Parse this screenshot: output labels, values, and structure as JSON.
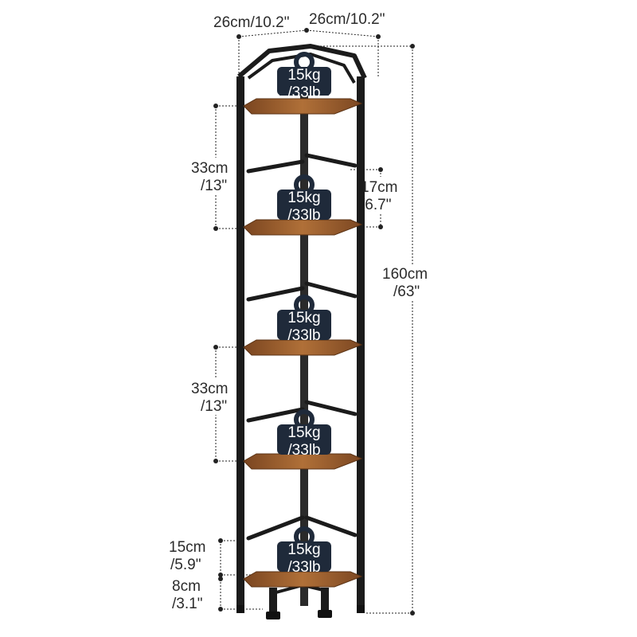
{
  "top_dimensions": {
    "left": "26cm/10.2\"",
    "right": "26cm/10.2\""
  },
  "dimensions": {
    "shelf_gap_upper_cm": "33cm",
    "shelf_gap_upper_in": "/13\"",
    "shelf_gap_lower_cm": "33cm",
    "shelf_gap_lower_in": "/13\"",
    "side_gap_cm": "17cm",
    "side_gap_in": "/6.7\"",
    "height_cm": "160cm",
    "height_in": "/63\"",
    "bottom_gap_cm": "15cm",
    "bottom_gap_in": "/5.9\"",
    "feet_cm": "8cm",
    "feet_in": "/3.1\""
  },
  "shelf_loads": [
    {
      "kg": "15kg",
      "lb": "/33lb"
    },
    {
      "kg": "15kg",
      "lb": "/33lb"
    },
    {
      "kg": "15kg",
      "lb": "/33lb"
    },
    {
      "kg": "15kg",
      "lb": "/33lb"
    },
    {
      "kg": "15kg",
      "lb": "/33lb"
    }
  ],
  "colors": {
    "frame": "#1b1b1b",
    "wood": "#9a5d2c",
    "wood_dark": "#6e3f1a",
    "weight_fill": "#1f2a3a",
    "dimension_line": "#222222"
  },
  "icons": [
    "weight-icon"
  ]
}
